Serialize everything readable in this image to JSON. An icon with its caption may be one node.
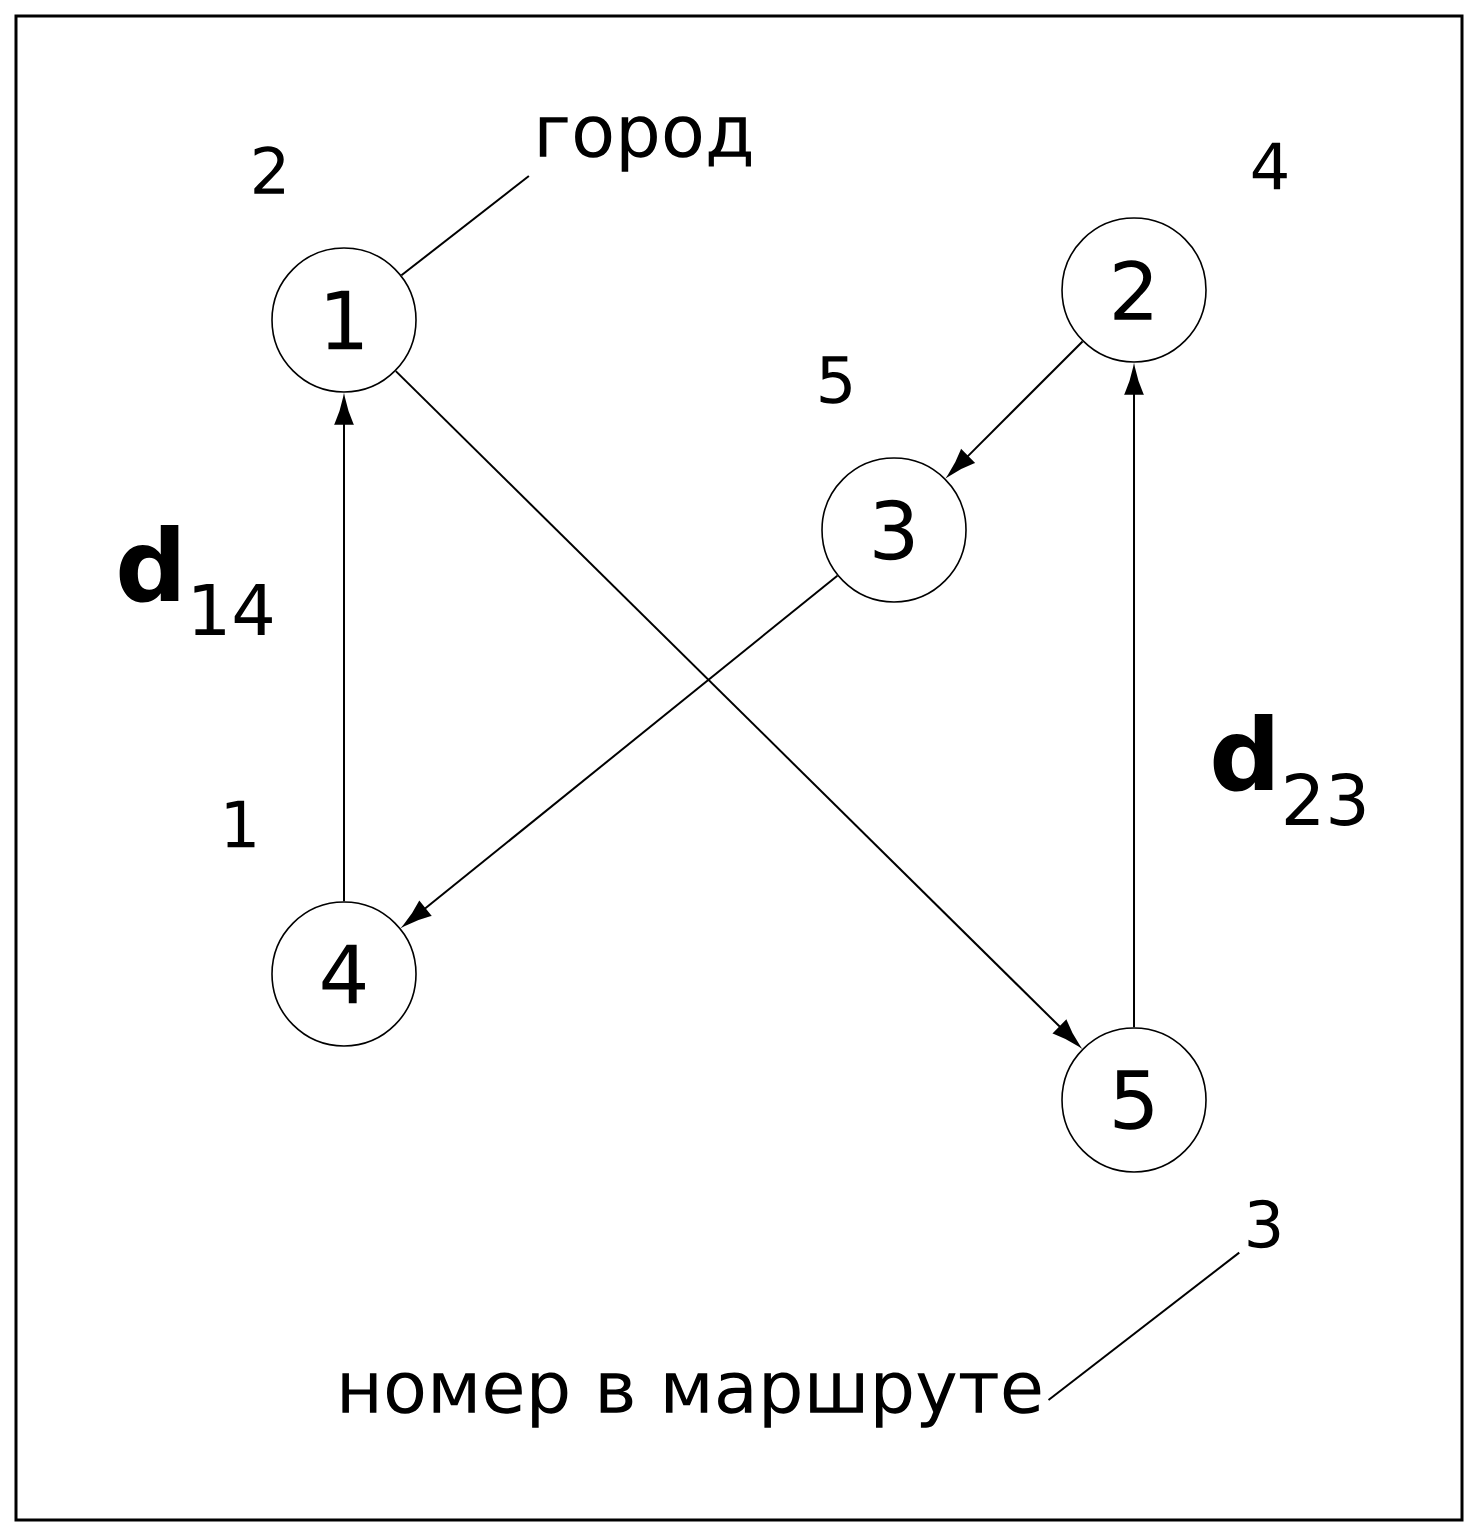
{
  "diagram": {
    "nodes": [
      {
        "text": [
          "1"
        ],
        "beside": [
          "2"
        ]
      },
      {
        "text": [
          "2"
        ],
        "beside": [
          "4"
        ]
      },
      {
        "text": [
          "3"
        ],
        "beside": [
          "5"
        ]
      },
      {
        "text": [
          "4"
        ],
        "beside": [
          "1"
        ]
      },
      {
        "text": [
          "5"
        ]
      },
      {
        "text": [
          "город"
        ]
      },
      {
        "text": [
          "3"
        ]
      },
      {
        "text": [
          "номер в маршруте"
        ]
      }
    ],
    "edges": [
      {
        "from": 3,
        "to": 0,
        "arrow": "to",
        "label": "**d**$_{14}$"
      },
      {
        "from": 0,
        "to": 4,
        "arrow": "to"
      },
      {
        "from": 1,
        "to": 2,
        "arrow": "to"
      },
      {
        "from": 2,
        "to": 3,
        "arrow": "to"
      },
      {
        "from": 4,
        "to": 1,
        "arrow": "to",
        "label": "**d**$_{23}$"
      },
      {
        "from": 5,
        "to": 0,
        "arrow": "none"
      },
      {
        "from": 7,
        "to": 6,
        "arrow": "none"
      }
    ]
  }
}
